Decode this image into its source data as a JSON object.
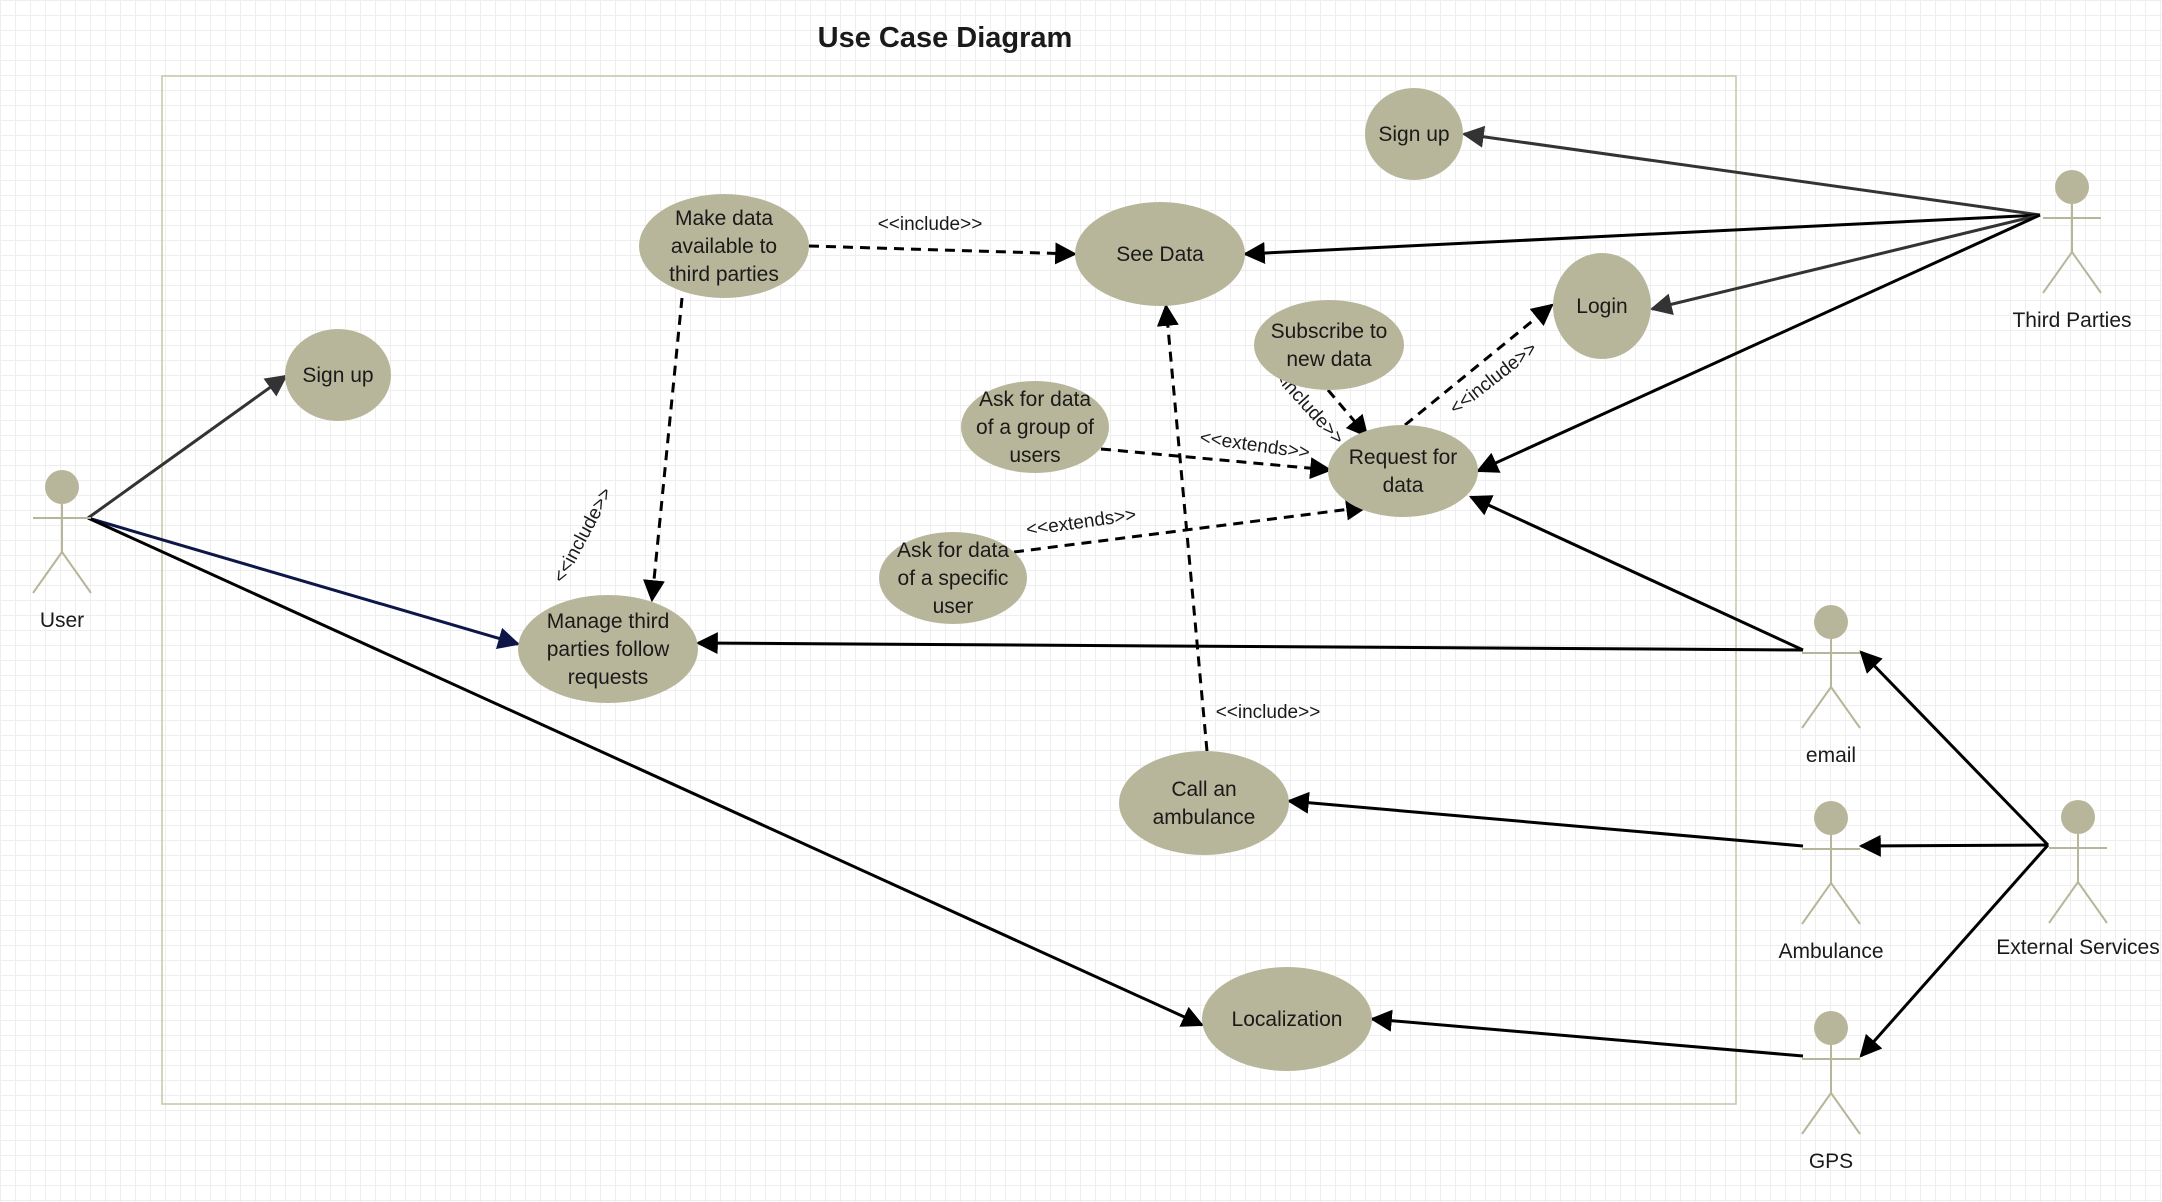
{
  "diagram": {
    "title": "Use Case Diagram",
    "colors": {
      "usecase_fill": "#b8b69a",
      "actor_color": "#b8b69a",
      "line": "#000000",
      "line_grey": "#333333",
      "line_navy": "#0d1647",
      "boundary": "#c5c6a6"
    },
    "actors": [
      {
        "id": "user",
        "label": "User"
      },
      {
        "id": "third_parties",
        "label": "Third Parties"
      },
      {
        "id": "email",
        "label": "email"
      },
      {
        "id": "ambulance",
        "label": "Ambulance"
      },
      {
        "id": "gps",
        "label": "GPS"
      },
      {
        "id": "external_services",
        "label": "External Services"
      }
    ],
    "use_cases": [
      {
        "id": "signup_user",
        "lines": [
          "Sign up"
        ]
      },
      {
        "id": "signup_tp",
        "lines": [
          "Sign up"
        ]
      },
      {
        "id": "make_data",
        "lines": [
          "Make data",
          "available to",
          "third parties"
        ]
      },
      {
        "id": "see_data",
        "lines": [
          "See Data"
        ]
      },
      {
        "id": "login",
        "lines": [
          "Login"
        ]
      },
      {
        "id": "subscribe",
        "lines": [
          "Subscribe to",
          "new data"
        ]
      },
      {
        "id": "ask_group",
        "lines": [
          "Ask for data",
          "of a group of",
          "users"
        ]
      },
      {
        "id": "request",
        "lines": [
          "Request for",
          "data"
        ]
      },
      {
        "id": "ask_specific",
        "lines": [
          "Ask for data",
          "of a specific",
          "user"
        ]
      },
      {
        "id": "manage",
        "lines": [
          "Manage third",
          "parties follow",
          "requests"
        ]
      },
      {
        "id": "call_amb",
        "lines": [
          "Call an",
          "ambulance"
        ]
      },
      {
        "id": "localization",
        "lines": [
          "Localization"
        ]
      }
    ],
    "relations": [
      {
        "id": "r_user_signup",
        "from": "user",
        "to": "signup_user",
        "kind": "association"
      },
      {
        "id": "r_user_manage",
        "from": "user",
        "to": "manage",
        "kind": "association"
      },
      {
        "id": "r_user_loc",
        "from": "user",
        "to": "localization",
        "kind": "association"
      },
      {
        "id": "r_tp_signup",
        "from": "third_parties",
        "to": "signup_tp",
        "kind": "association"
      },
      {
        "id": "r_tp_see",
        "from": "third_parties",
        "to": "see_data",
        "kind": "association"
      },
      {
        "id": "r_tp_login",
        "from": "third_parties",
        "to": "login",
        "kind": "association"
      },
      {
        "id": "r_tp_request",
        "from": "third_parties",
        "to": "request",
        "kind": "association"
      },
      {
        "id": "r_email_request",
        "from": "email",
        "to": "request",
        "kind": "association"
      },
      {
        "id": "r_email_manage",
        "from": "email",
        "to": "manage",
        "kind": "association"
      },
      {
        "id": "r_amb_call",
        "from": "ambulance",
        "to": "call_amb",
        "kind": "association"
      },
      {
        "id": "r_gps_loc",
        "from": "gps",
        "to": "localization",
        "kind": "association"
      },
      {
        "id": "r_ext_email",
        "from": "external_services",
        "to": "email",
        "kind": "generalization"
      },
      {
        "id": "r_ext_amb",
        "from": "external_services",
        "to": "ambulance",
        "kind": "generalization"
      },
      {
        "id": "r_ext_gps",
        "from": "external_services",
        "to": "gps",
        "kind": "generalization"
      },
      {
        "id": "r_make_see",
        "from": "make_data",
        "to": "see_data",
        "kind": "dependency",
        "label": "<<include>>"
      },
      {
        "id": "r_make_manage",
        "from": "make_data",
        "to": "manage",
        "kind": "dependency",
        "label": "<<include>>"
      },
      {
        "id": "r_call_see",
        "from": "call_amb",
        "to": "see_data",
        "kind": "dependency",
        "label": "<<include>>"
      },
      {
        "id": "r_group_request",
        "from": "ask_group",
        "to": "request",
        "kind": "dependency",
        "label": "<<extends>>"
      },
      {
        "id": "r_specific_request",
        "from": "ask_specific",
        "to": "request",
        "kind": "dependency",
        "label": "<<extends>>"
      },
      {
        "id": "r_request_login",
        "from": "request",
        "to": "login",
        "kind": "dependency",
        "label": "<<include>>"
      },
      {
        "id": "r_subscribe_request",
        "from": "subscribe",
        "to": "request",
        "kind": "dependency",
        "label": "<<include>>"
      }
    ]
  }
}
